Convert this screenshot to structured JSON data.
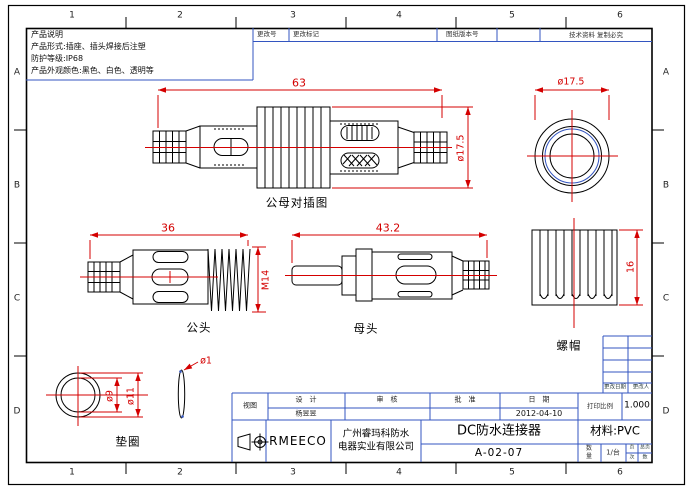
{
  "frame": {
    "cols": [
      "1",
      "2",
      "3",
      "4",
      "5",
      "6"
    ],
    "rows": [
      "A",
      "B",
      "C",
      "D"
    ]
  },
  "notes": {
    "title": "产品说明",
    "form": "产品形式:插座、插头焊接后注塑",
    "ip": "防护等级:IP68",
    "color": "产品外观颜色:黑色、白色、透明等"
  },
  "top_bar": {
    "change_no": "更改号",
    "change_mark": "更改标记",
    "version": "图纸版本号",
    "notice": "技术资料 复制必究"
  },
  "views": {
    "mating": {
      "label": "公母对插图",
      "len": "63",
      "dia": "ø17.5"
    },
    "cap_front": {
      "dia": "ø17.5"
    },
    "male": {
      "label": "公头",
      "len": "36",
      "thread": "M14"
    },
    "female": {
      "label": "母头",
      "len": "43.2"
    },
    "cap_side": {
      "label": "螺帽",
      "h": "16"
    },
    "washer": {
      "label": "垫圈",
      "d_in": "ø9",
      "d_out": "ø11",
      "t": "ø1"
    }
  },
  "titleblock": {
    "view": "视图",
    "design": "设计",
    "designer": "杨昱昱",
    "check": "审核",
    "approve": "批准",
    "date_label": "日期",
    "date": "2012-04-10",
    "change_date": "更改日期",
    "change_by": "更改人",
    "scale_label": "打印比例",
    "scale": "1.000",
    "logo": "RMEECO",
    "company1": "广州睿玛科防水",
    "company2": "电器实业有限公司",
    "title": "DC防水连接器",
    "part_no": "A-02-07",
    "material": "材料:PVC",
    "qty1": "数",
    "qty2": "量",
    "qty_val": "1/台",
    "pg1": "页",
    "pg2": "次",
    "pg3": "总页",
    "pg4": "数"
  },
  "colors": {
    "dimension": "#d40000",
    "grid": "#3355c0",
    "outline": "#000000"
  }
}
